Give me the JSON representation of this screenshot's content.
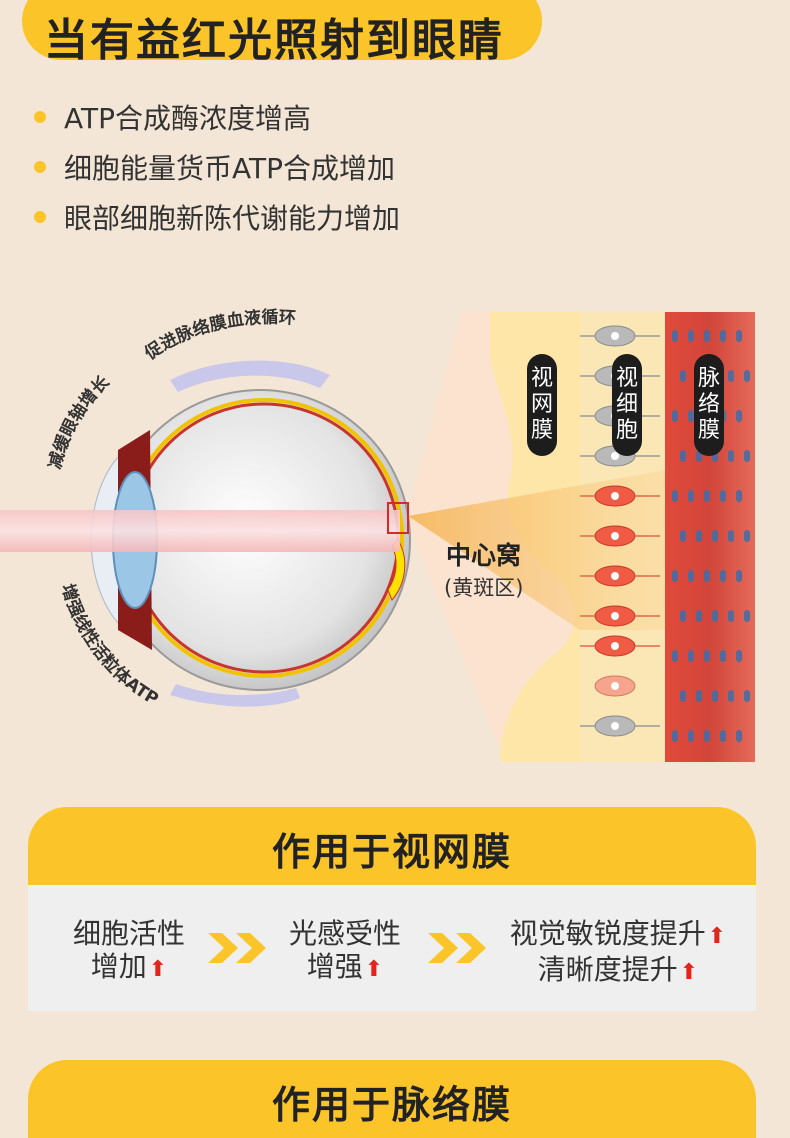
{
  "header": {
    "title": "当有益红光照射到眼睛"
  },
  "bullets": [
    "ATP合成酶浓度增高",
    "细胞能量货币ATP合成增加",
    "眼部细胞新陈代谢能力增加"
  ],
  "eye_diagram": {
    "arc_top": "促进脉络膜血液循环",
    "arc_left": "减缓眼轴增长",
    "arc_bottom": "增强线性活粒体ATP",
    "fovea_label": "中心窝",
    "fovea_sub": "(黄斑区)",
    "layer_retina": "视网膜",
    "layer_photoreceptor": "视细胞",
    "layer_choroid": "脉络膜"
  },
  "section1": {
    "title": "作用于视网膜",
    "steps": [
      {
        "line1": "细胞活性",
        "line2": "增加"
      },
      {
        "line1": "光感受性",
        "line2": "增强"
      },
      {
        "line1": "视觉敏锐度提升",
        "line2": "清晰度提升"
      }
    ]
  },
  "section2": {
    "title": "作用于脉络膜"
  },
  "colors": {
    "accent": "#fbc52a",
    "background": "#f3e6d6",
    "arrow_up": "#e5231b"
  },
  "icons": {
    "chevron": "double-chevron-right-icon",
    "up_arrow": "arrow-up-icon"
  }
}
